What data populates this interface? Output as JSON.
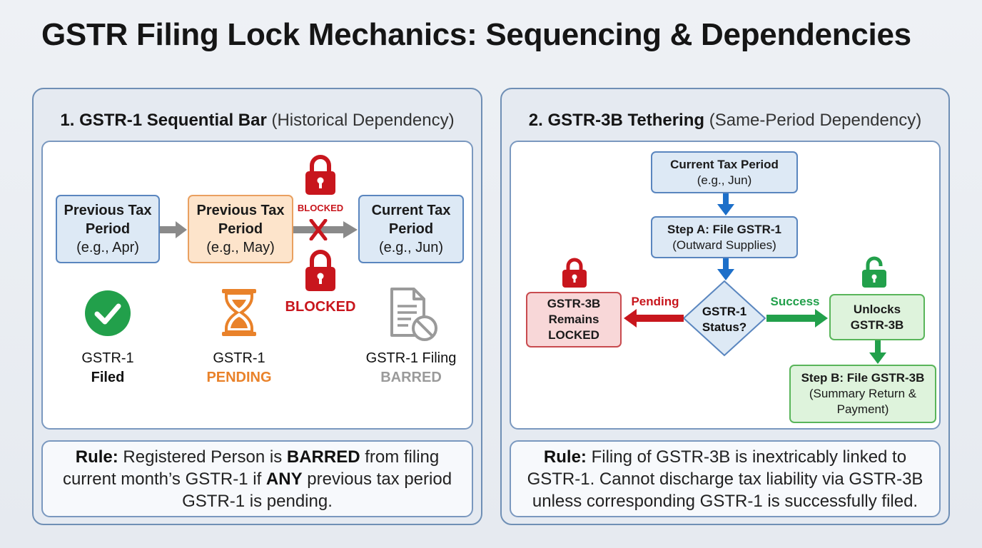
{
  "title": "GSTR Filing Lock Mechanics: Sequencing & Dependencies",
  "left": {
    "heading_bold": "1. GSTR-1 Sequential Bar",
    "heading_sub": "(Historical Dependency)",
    "boxes": [
      {
        "line1": "Previous Tax",
        "line2": "Period",
        "line3": "(e.g., Apr)"
      },
      {
        "line1": "Previous Tax",
        "line2": "Period",
        "line3": "(e.g., May)"
      },
      {
        "line1": "Current Tax",
        "line2": "Period",
        "line3": "(e.g., Jun)"
      }
    ],
    "blocked_small": "BLOCKED",
    "blocked_large": "BLOCKED",
    "statuses": [
      {
        "line1": "GSTR-1",
        "line2": "Filed",
        "icon": "check-circle-icon",
        "color": "#22a04b"
      },
      {
        "line1": "GSTR-1",
        "line2": "PENDING",
        "icon": "hourglass-icon",
        "color": "#e9822a"
      },
      {
        "line1": "GSTR-1 Filing",
        "line2": "BARRED",
        "icon": "document-blocked-icon",
        "color": "#9a9a9a"
      }
    ],
    "rule_label": "Rule:",
    "rule_parts": [
      " Registered Person is ",
      "BARRED",
      " from filing current month’s GSTR-1 if ",
      "ANY",
      " previous tax period GSTR-1 is pending."
    ]
  },
  "right": {
    "heading_bold": "2. GSTR-3B Tethering",
    "heading_sub": "(Same-Period Dependency)",
    "period_box": {
      "line1": "Current Tax Period",
      "line2": "(e.g., Jun)"
    },
    "step_a": {
      "line1": "Step A: File GSTR-1",
      "line2": "(Outward Supplies)"
    },
    "decision": {
      "line1": "GSTR-1",
      "line2": "Status?"
    },
    "pending_label": "Pending",
    "success_label": "Success",
    "locked_box": {
      "line1": "GSTR-3B",
      "line2": "Remains",
      "line3": "LOCKED"
    },
    "unlock_box": {
      "line1": "Unlocks",
      "line2": "GSTR-3B"
    },
    "step_b": {
      "line1": "Step B: File GSTR-3B",
      "line2": "(Summary Return &",
      "line3": "Payment)"
    },
    "rule_label": "Rule:",
    "rule_text": " Filing of GSTR-3B is inextricably linked to GSTR-1. Cannot discharge tax liability via GSTR-3B unless corresponding GSTR-1 is successfully filed."
  },
  "colors": {
    "red": "#c8161d",
    "green": "#22a04b",
    "blue_arrow": "#1d6fc9",
    "grey_arrow": "#8a8a8a",
    "orange": "#e9822a"
  }
}
